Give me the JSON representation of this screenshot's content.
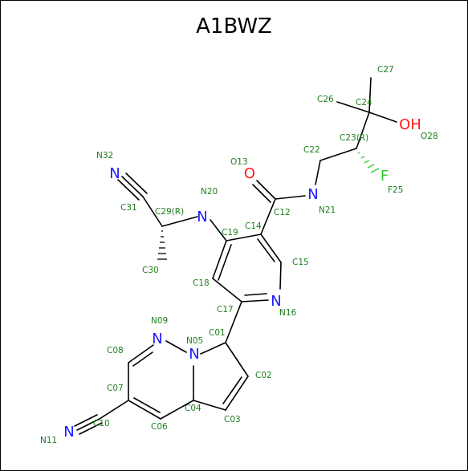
{
  "title": "A1BWZ",
  "colors": {
    "bond": "#000000",
    "nitrogen": "#1a1aff",
    "oxygen": "#ff1a1a",
    "fluorine": "#33cc33",
    "label": "#1e7f1e"
  },
  "element_symbols": {
    "N": "N",
    "O": "O",
    "OH": "OH",
    "F": "F"
  },
  "atom_labels": {
    "C01": "C01",
    "C02": "C02",
    "C03": "C03",
    "C04": "C04",
    "N05": "N05",
    "C06": "C06",
    "C07": "C07",
    "C08": "C08",
    "N09": "N09",
    "C10": "C10",
    "N11": "N11",
    "C12": "C12",
    "O13": "O13",
    "C14": "C14",
    "C15": "C15",
    "N16": "N16",
    "C17": "C17",
    "C18": "C18",
    "C19": "C19",
    "N20": "N20",
    "N21": "N21",
    "C22": "C22",
    "C23": "C23(R)",
    "C24": "C24",
    "F25": "F25",
    "C26": "C26",
    "C27": "C27",
    "O28": "O28",
    "C29": "C29(R)",
    "C30": "C30",
    "C31": "C31",
    "N32": "N32"
  }
}
